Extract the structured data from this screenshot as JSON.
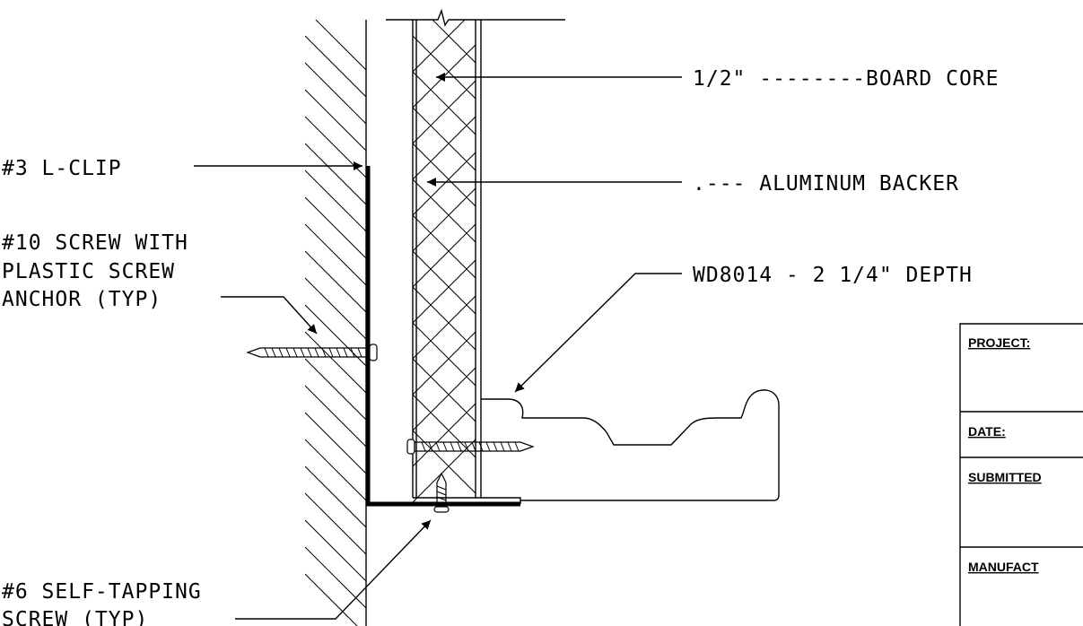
{
  "labels": {
    "board_core": "1/2\" --------BOARD CORE",
    "aluminum_backer": ".--- ALUMINUM BACKER",
    "l_clip": "#3 L-CLIP",
    "screw_line1": "#10 SCREW WITH",
    "screw_line2": "PLASTIC SCREW",
    "screw_line3": "ANCHOR (TYP)",
    "profile": "WD8014 - 2 1/4\" DEPTH",
    "self_tap_line1": "#6 SELF-TAPPING",
    "self_tap_line2": "SCREW (TYP)"
  },
  "title_block": {
    "project": "PROJECT:",
    "date": "DATE:",
    "submitted": "SUBMITTED",
    "manufacturer": "MANUFACT"
  }
}
